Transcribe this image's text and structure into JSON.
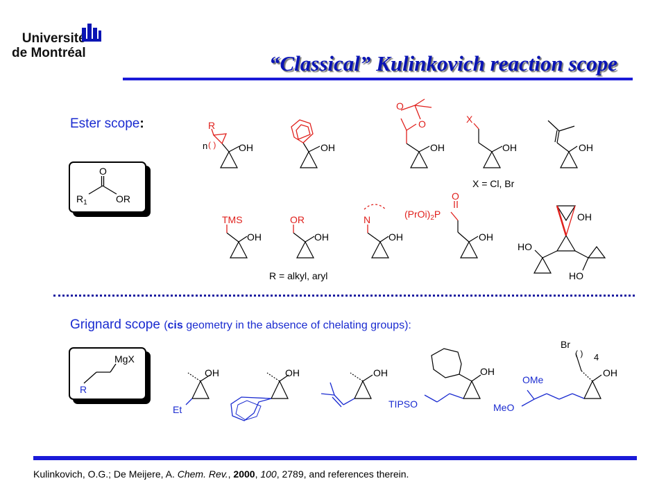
{
  "logo": {
    "line1": "Université",
    "line2": "de Montréal"
  },
  "slide": {
    "title": "“Classical” Kulinkovich reaction scope"
  },
  "ester": {
    "heading": "Ester scope",
    "heading_colon": ":",
    "generic": {
      "o": "O",
      "r1": "R",
      "r1_sub": "1",
      "or": "OR"
    },
    "mol1": {
      "r": "R",
      "n": "n",
      "paren": "(   )",
      "oh": "OH"
    },
    "mol2": {
      "oh": "OH"
    },
    "mol3": {
      "o1": "O",
      "o2": "O",
      "oh": "OH"
    },
    "mol4": {
      "x": "X",
      "oh": "OH",
      "note": "X = Cl, Br"
    },
    "mol5": {
      "oh": "OH"
    },
    "mol6": {
      "tms": "TMS",
      "oh": "OH"
    },
    "mol7": {
      "or": "OR",
      "oh": "OH",
      "note": "R = alkyl, aryl"
    },
    "mol8": {
      "n": "N",
      "oh": "OH"
    },
    "mol9": {
      "o": "O",
      "p_prefix": "(PrOi)",
      "p_sub": "2",
      "p": "P",
      "oh": "OH"
    },
    "mol10": {
      "oh_top": "OH",
      "ho_left": "HO",
      "ho_bottom": "HO"
    }
  },
  "grignard": {
    "heading": "Grignard scope",
    "note_open": "(",
    "note_cis": "cis",
    "note_rest": " geometry in the absence of chelating groups):",
    "generic": {
      "mgx": "MgX",
      "r": "R"
    },
    "mol1": {
      "oh": "OH",
      "et": "Et"
    },
    "mol2": {
      "oh": "OH"
    },
    "mol3": {
      "oh": "OH"
    },
    "mol4": {
      "oh": "OH",
      "tipso": "TIPSO"
    },
    "mol5": {
      "br": "Br",
      "paren": "(  )",
      "four": "4",
      "ome": "OMe",
      "meo": "MeO",
      "oh": "OH"
    }
  },
  "footer": {
    "authors": "Kulinkovich, O.G.;  De Meijere, A. ",
    "journal": "Chem. Rev.",
    "sep1": ", ",
    "year": "2000",
    "sep2": ", ",
    "volume": "100",
    "rest": ", 2789, and references therein."
  },
  "colors": {
    "title_blue": "#0a14b4",
    "rule_blue": "#1a1ad8",
    "highlight_red": "#e0201c",
    "highlight_blue": "#1a2bd0"
  }
}
